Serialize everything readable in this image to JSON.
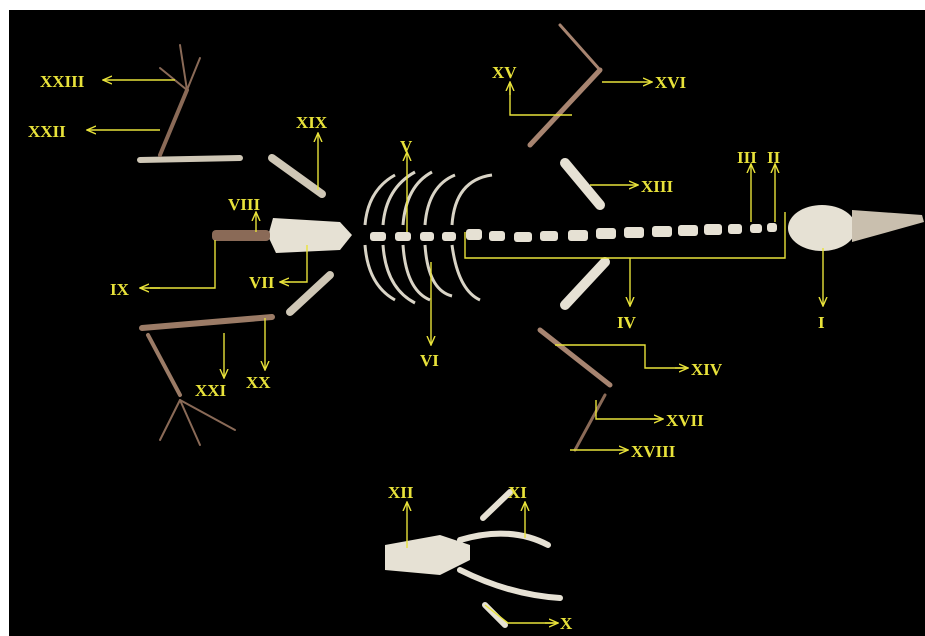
{
  "labels": {
    "I": "I",
    "II": "II",
    "III": "III",
    "IV": "IV",
    "V": "V",
    "VI": "VI",
    "VII": "VII",
    "VIII": "VIII",
    "IX": "IX",
    "X": "X",
    "XI": "XI",
    "XII": "XII",
    "XIII": "XIII",
    "XIV": "XIV",
    "XV": "XV",
    "XVI": "XVI",
    "XVII": "XVII",
    "XVIII": "XVIII",
    "XIX": "XIX",
    "XX": "XX",
    "XXI": "XXI",
    "XXII": "XXII",
    "XXIII": "XXIII"
  },
  "colors": {
    "background": "#000000",
    "label": "#e8e23a",
    "bone": "#e6e1d4",
    "bone_dark": "#8a6a57"
  }
}
